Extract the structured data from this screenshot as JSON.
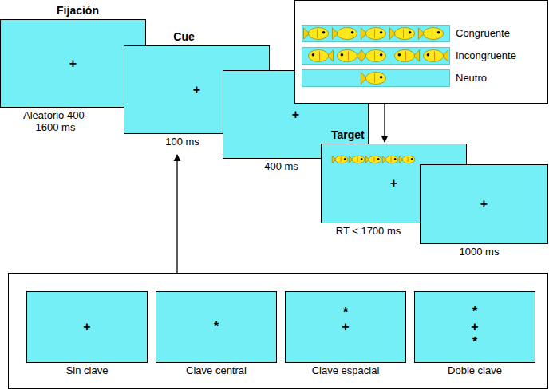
{
  "diagram": {
    "nodes": [
      {
        "text": [
          "Fijación",
          "+",
          "Aleatorio 400-1600 ms"
        ]
      },
      {
        "text": [
          "Cue",
          "+",
          "100 ms"
        ]
      },
      {
        "text": [
          "+",
          "400 ms"
        ]
      },
      {
        "text": [
          "Target",
          "+",
          "RT < 1700 ms"
        ]
      },
      {
        "text": [
          "+",
          "1000 ms"
        ]
      },
      {
        "text": []
      },
      {
        "text": [
          "Congruente"
        ],
        "in": 5
      },
      {
        "text": [
          "Incongruente"
        ],
        "in": 5
      },
      {
        "text": [
          "Neutro"
        ],
        "in": 5
      },
      {
        "text": []
      },
      {
        "text": [
          "+",
          "Sin clave"
        ],
        "in": 9
      },
      {
        "text": [
          "*",
          "Clave central"
        ],
        "in": 9
      },
      {
        "text": [
          "*",
          "+",
          "Clave espacial"
        ],
        "in": 9
      },
      {
        "text": [
          "*",
          "+",
          "*",
          "Doble clave"
        ],
        "in": 9
      }
    ],
    "edges": [
      {
        "from": 5,
        "to": 3,
        "arrow": "to"
      },
      {
        "from": 9,
        "to": 1,
        "arrow": "to"
      }
    ]
  }
}
